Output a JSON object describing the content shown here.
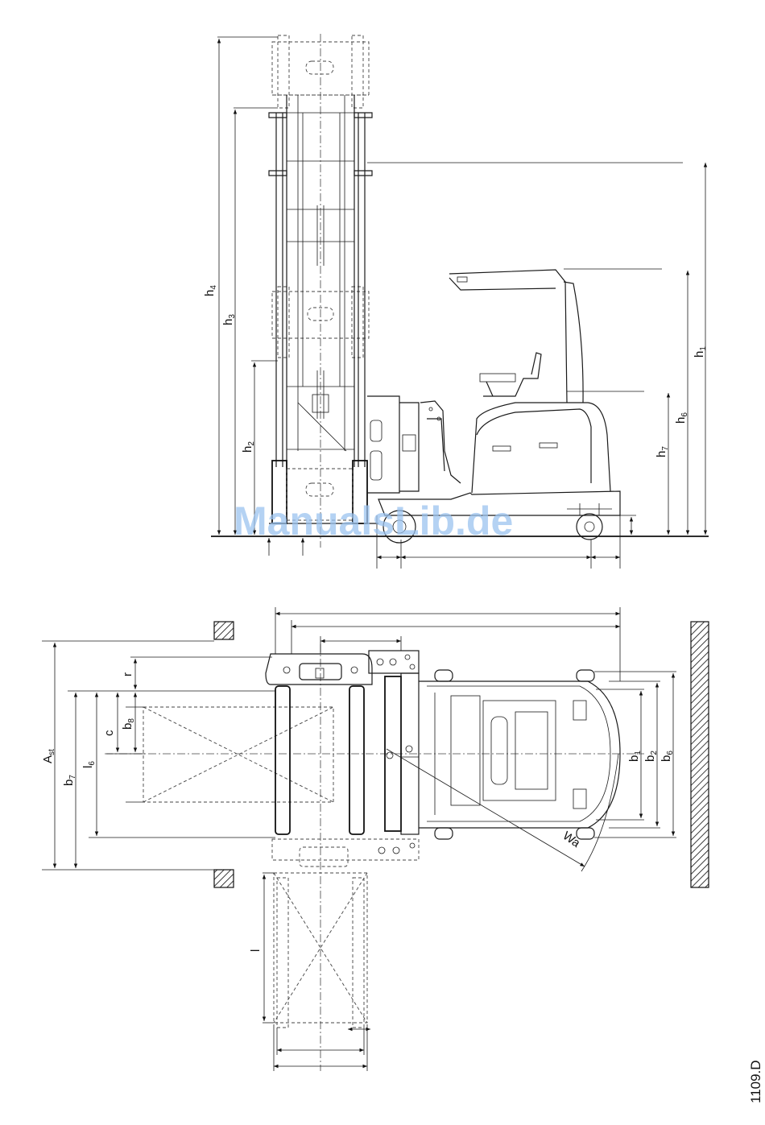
{
  "side_view": {
    "labels": {
      "h4": {
        "base": "h",
        "sub": "4"
      },
      "h3": {
        "base": "h",
        "sub": "3"
      },
      "h2": {
        "base": "h",
        "sub": "2"
      },
      "h1": {
        "base": "h",
        "sub": "1"
      },
      "h6": {
        "base": "h",
        "sub": "6"
      },
      "h7": {
        "base": "h",
        "sub": "7"
      }
    }
  },
  "top_view": {
    "labels": {
      "Ast": {
        "base": "A",
        "sub": "st"
      },
      "b7": {
        "base": "b",
        "sub": "7"
      },
      "l6": {
        "base": "l",
        "sub": "6"
      },
      "c": {
        "base": "c",
        "sub": ""
      },
      "b8": {
        "base": "b",
        "sub": "8"
      },
      "r": {
        "base": "r",
        "sub": ""
      },
      "b1": {
        "base": "b",
        "sub": "1"
      },
      "b2": {
        "base": "b",
        "sub": "2"
      },
      "b6": {
        "base": "b",
        "sub": "6"
      },
      "Wa": {
        "base": "Wa",
        "sub": ""
      },
      "l": {
        "base": "l",
        "sub": ""
      }
    }
  },
  "watermark": "ManualsLib.de",
  "drawing_code": "1109.D"
}
